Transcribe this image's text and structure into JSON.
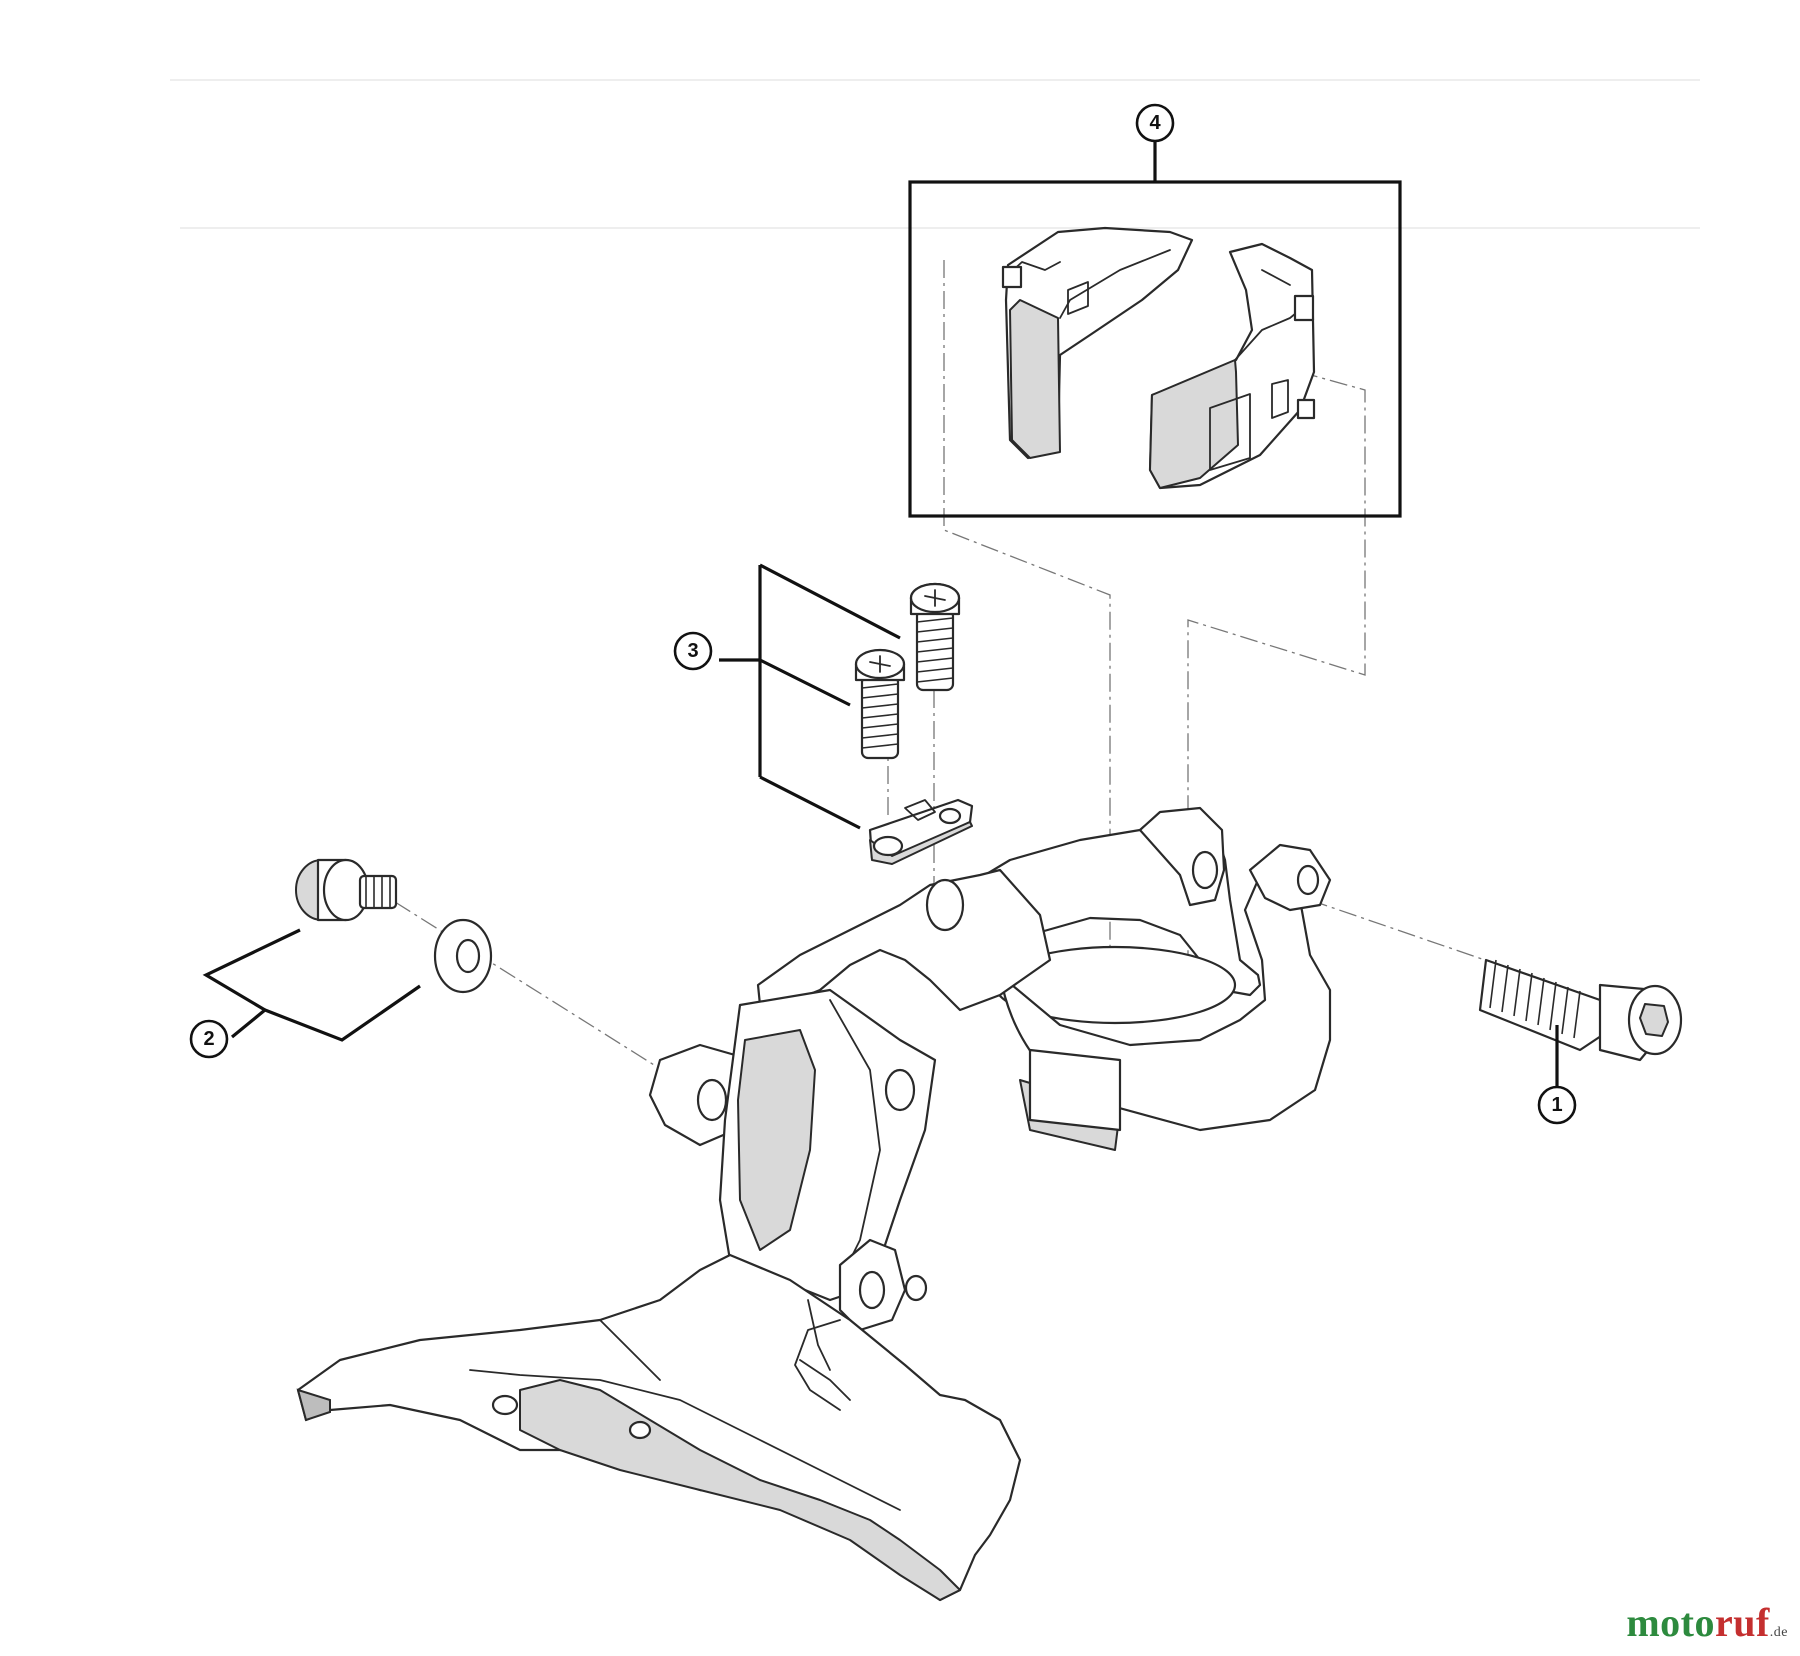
{
  "callouts": [
    {
      "id": "1",
      "label": "1"
    },
    {
      "id": "2",
      "label": "2"
    },
    {
      "id": "3",
      "label": "3"
    },
    {
      "id": "4",
      "label": "4"
    }
  ],
  "watermark": {
    "part1": "moto",
    "part2": "ruf",
    "part3": ".de"
  },
  "colors": {
    "line": "#2a2a2a",
    "leader": "#111111",
    "dash": "#777777",
    "watermark_green": "#2d8a3e",
    "watermark_red": "#c42f2f"
  }
}
